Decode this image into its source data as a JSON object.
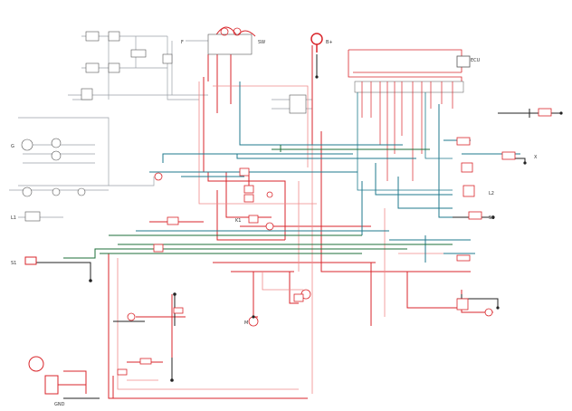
{
  "diagram": {
    "title": "",
    "colors": {
      "background": "#ffffff",
      "power_wire": "#d9262b",
      "power_wire_light": "#f08a8a",
      "signal_wire": "#1f7a8c",
      "signal_wire_alt": "#1d6f3a",
      "ground_wire": "#222222",
      "aux_wire": "#9aa0a6",
      "component_outline": "#555555"
    },
    "component_labels": {
      "ecu": "ECU",
      "ignition_switch": "SW",
      "main_relay": "K1",
      "fuse_box": "F",
      "starter": "M",
      "sensor_a": "S1",
      "sensor_b": "S2",
      "lamp_left": "L1",
      "lamp_right": "L2",
      "battery": "B+",
      "alternator": "G",
      "connector_right": "X",
      "ground_point": "GND"
    }
  }
}
